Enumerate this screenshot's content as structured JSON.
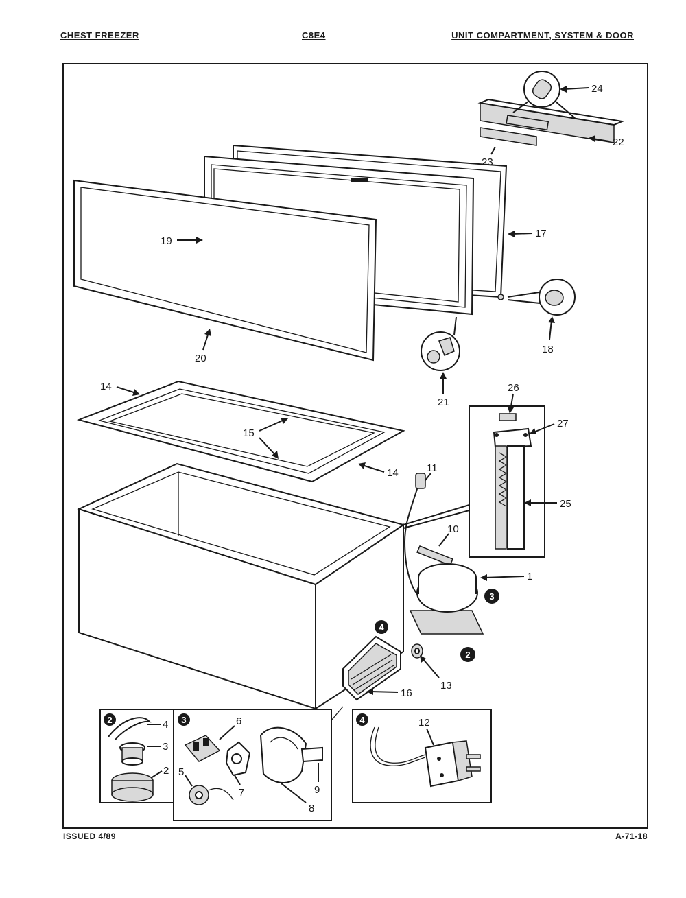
{
  "header": {
    "left": "CHEST FREEZER",
    "center": "C8E4",
    "right": "UNIT COMPARTMENT, SYSTEM & DOOR"
  },
  "footer": {
    "left": "ISSUED 4/89",
    "right": "A-71-18"
  },
  "callouts": {
    "c1": "1",
    "c2": "2",
    "c3": "3",
    "c4": "4",
    "c5": "5",
    "c6": "6",
    "c7": "7",
    "c8": "8",
    "c9": "9",
    "c10": "10",
    "c11": "11",
    "c12": "12",
    "c13": "13",
    "c14a": "14",
    "c14b": "14",
    "c15": "15",
    "c16": "16",
    "c17": "17",
    "c18": "18",
    "c19": "19",
    "c20": "20",
    "c21": "21",
    "c22": "22",
    "c23": "23",
    "c24": "24",
    "c25": "25",
    "c26": "26",
    "c27": "27"
  },
  "badges": {
    "b2_compressor": "2",
    "b3_compressor": "3",
    "b4_panel": "4",
    "b2_box": "2",
    "b3_box": "3",
    "b4_box": "4"
  }
}
